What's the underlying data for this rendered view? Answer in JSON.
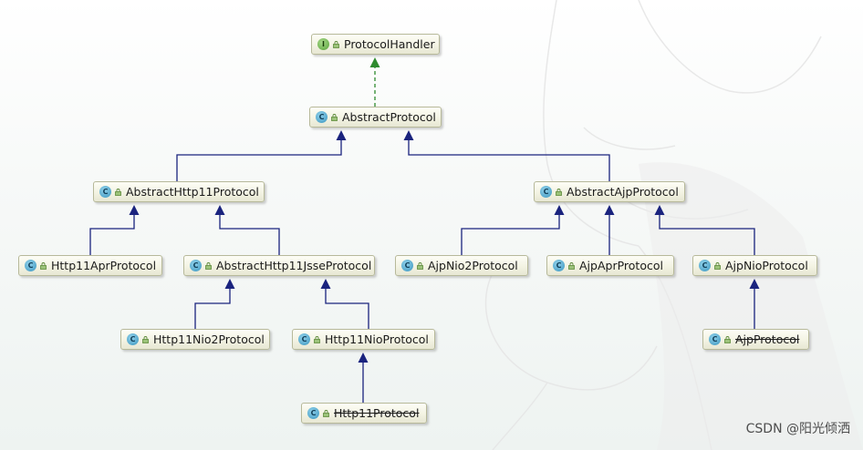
{
  "diagram": {
    "nodes": [
      {
        "id": "protocol-handler",
        "kind": "I",
        "name": "ProtocolHandler",
        "deprecated": false
      },
      {
        "id": "abstract-protocol",
        "kind": "C",
        "name": "AbstractProtocol",
        "deprecated": false
      },
      {
        "id": "abstract-http11-protocol",
        "kind": "C",
        "name": "AbstractHttp11Protocol",
        "deprecated": false
      },
      {
        "id": "abstract-ajp-protocol",
        "kind": "C",
        "name": "AbstractAjpProtocol",
        "deprecated": false
      },
      {
        "id": "http11-apr-protocol",
        "kind": "C",
        "name": "Http11AprProtocol",
        "deprecated": false
      },
      {
        "id": "abstract-http11-jsse-protocol",
        "kind": "C",
        "name": "AbstractHttp11JsseProtocol",
        "deprecated": false
      },
      {
        "id": "ajp-nio2-protocol",
        "kind": "C",
        "name": "AjpNio2Protocol",
        "deprecated": false
      },
      {
        "id": "ajp-apr-protocol",
        "kind": "C",
        "name": "AjpAprProtocol",
        "deprecated": false
      },
      {
        "id": "ajp-nio-protocol",
        "kind": "C",
        "name": "AjpNioProtocol",
        "deprecated": false
      },
      {
        "id": "http11-nio2-protocol",
        "kind": "C",
        "name": "Http11Nio2Protocol",
        "deprecated": false
      },
      {
        "id": "http11-nio-protocol",
        "kind": "C",
        "name": "Http11NioProtocol",
        "deprecated": false
      },
      {
        "id": "ajp-protocol",
        "kind": "C",
        "name": "AjpProtocol",
        "deprecated": true
      },
      {
        "id": "http11-protocol",
        "kind": "C",
        "name": "Http11Protocol",
        "deprecated": true
      }
    ],
    "edges": [
      {
        "from": "abstract-protocol",
        "to": "protocol-handler",
        "type": "implements"
      },
      {
        "from": "abstract-http11-protocol",
        "to": "abstract-protocol",
        "type": "extends"
      },
      {
        "from": "abstract-ajp-protocol",
        "to": "abstract-protocol",
        "type": "extends"
      },
      {
        "from": "http11-apr-protocol",
        "to": "abstract-http11-protocol",
        "type": "extends"
      },
      {
        "from": "abstract-http11-jsse-protocol",
        "to": "abstract-http11-protocol",
        "type": "extends"
      },
      {
        "from": "ajp-nio2-protocol",
        "to": "abstract-ajp-protocol",
        "type": "extends"
      },
      {
        "from": "ajp-apr-protocol",
        "to": "abstract-ajp-protocol",
        "type": "extends"
      },
      {
        "from": "ajp-nio-protocol",
        "to": "abstract-ajp-protocol",
        "type": "extends"
      },
      {
        "from": "http11-nio2-protocol",
        "to": "abstract-http11-jsse-protocol",
        "type": "extends"
      },
      {
        "from": "http11-nio-protocol",
        "to": "abstract-http11-jsse-protocol",
        "type": "extends"
      },
      {
        "from": "ajp-protocol",
        "to": "ajp-nio-protocol",
        "type": "extends"
      },
      {
        "from": "http11-protocol",
        "to": "http11-nio-protocol",
        "type": "extends"
      }
    ]
  },
  "colors": {
    "extends_edge": "#1a237e",
    "implements_edge": "#2e8b2e",
    "node_border": "#b7b99a"
  },
  "icons": {
    "class_badge": "class-c-icon",
    "interface_badge": "interface-i-icon",
    "visibility": "lock-icon"
  },
  "watermark": "CSDN @阳光倾洒"
}
